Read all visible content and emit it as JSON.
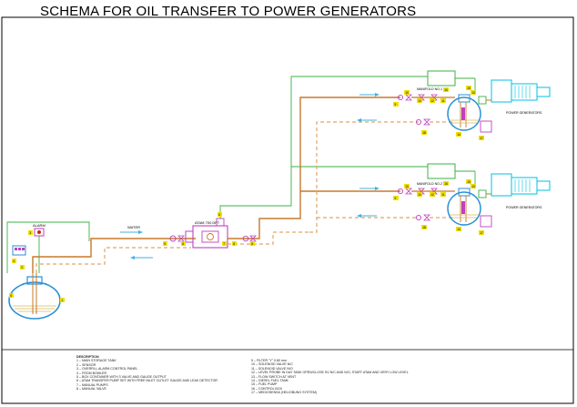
{
  "title": "SCHEMA FOR OIL TRANSFER TO POWER GENERATORS",
  "labels": {
    "alarm": "ALARM",
    "water": "WATER",
    "atam": "ATAM 700 DFT",
    "manifold1": "MANIFOLD NO.1",
    "manifold2": "MANIFOLD NO.2",
    "gen1": "POWER GENERATORS",
    "gen2": "POWER GENERATORS"
  },
  "callouts": {
    "g1": [
      "16",
      "15",
      "12",
      "11",
      "13",
      "10",
      "10",
      "18",
      "14",
      "17",
      "9"
    ],
    "g2": [
      "16",
      "15",
      "12",
      "11",
      "13",
      "10",
      "10",
      "18",
      "14",
      "17",
      "9"
    ],
    "main": [
      "1",
      "2",
      "3",
      "4",
      "5",
      "6",
      "7",
      "8",
      "8",
      "8",
      "9"
    ]
  },
  "legend_left": {
    "title": "DESCRIPTION",
    "items": [
      "1 – MAIN STORAGE TANK",
      "2 – SENSOR",
      "3 – OVERFILL ALARM CONTROL PANEL",
      "4 – FROM BOWLER",
      "5 – BOX CONTAINER WITH 3 VALVE AND GAUGE OUTPUT",
      "6 – ATAM TRANSFER PUMP SET WITH FREE INLET OUTLET GAUGE AND LEAK DETECTOR",
      "7 – MANUAL PUMPS",
      "8 – MANUAL VALVE"
    ]
  },
  "legend_right": {
    "items": [
      "9 – FILTER \"Y\" 0.80 mm",
      "10 – SOLENOID VALVE N/C",
      "11 – SOLENOID VALVE N/O",
      "12 – LEVEL PROBE IN DAY TANK OPEN/CLOSE SV N/C AND N/O, START ATAM AND VERY LOW LEVEL",
      "13 – FLOW SWITCH AT VENT",
      "14 – DIESEL FUEL TANK",
      "15 – FUEL PUMP",
      "16 – CONTROL BOX",
      "17 – MEDIOSENSA (HELIOBUNG SYSTEM)"
    ]
  },
  "colors": {
    "pipe_supply": "#3cb043",
    "pipe_oil": "#c8782a",
    "pipe_return": "#e0a868",
    "tank": "#2a8fd6",
    "equip_magenta": "#c040c0",
    "callout": "#f0e000",
    "flow_arrow": "#40b0e0",
    "generator": "#00c0e0"
  }
}
